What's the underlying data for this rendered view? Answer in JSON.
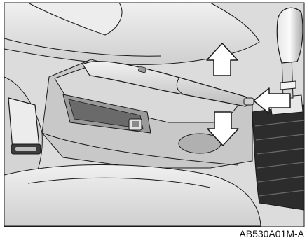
{
  "figure": {
    "caption": "AB530A01M-A",
    "palette": {
      "background": "#ffffff",
      "light_gray": "#e4e4e4",
      "mid_gray": "#c2c2c2",
      "dark_gray": "#8a8a8a",
      "shadow": "#3c3c3c",
      "line": "#1a1a1a",
      "arrow_fill": "#ffffff"
    },
    "arrows": [
      {
        "direction": "up"
      },
      {
        "direction": "down"
      },
      {
        "direction": "left"
      }
    ]
  }
}
